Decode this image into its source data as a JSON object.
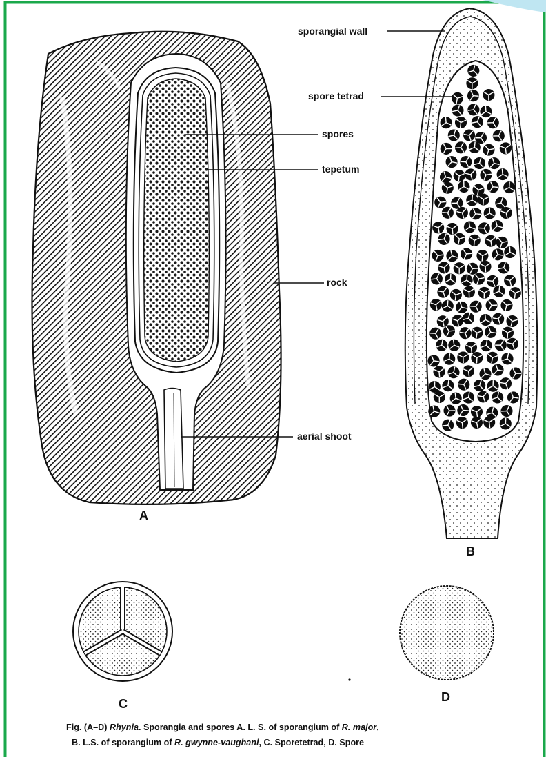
{
  "colors": {
    "frame_border": "#1aa84b",
    "ink": "#111111",
    "paper": "#ffffff",
    "corner_accent": "#bfe6f2"
  },
  "labels": {
    "sporangial_wall": "sporangial wall",
    "spore_tetrad": "spore tetrad",
    "spores": "spores",
    "tepetum": "tepetum",
    "rock": "rock",
    "aerial_shoot": "aerial shoot"
  },
  "figure_letters": {
    "a": "A",
    "b": "B",
    "c": "C",
    "d": "D"
  },
  "caption": {
    "line1_prefix": "Fig. (A–D) ",
    "line1_genus": "Rhynia",
    "line1_text": ". Sporangia and spores A. L. S. of sporangium of ",
    "line1_species": "R. major",
    "line1_end": ",",
    "line2_prefix": "B. L.S. of sporangium of ",
    "line2_species": "R. gwynne-vaughani",
    "line2_text": ", C. Sporetetrad, D. Spore"
  }
}
